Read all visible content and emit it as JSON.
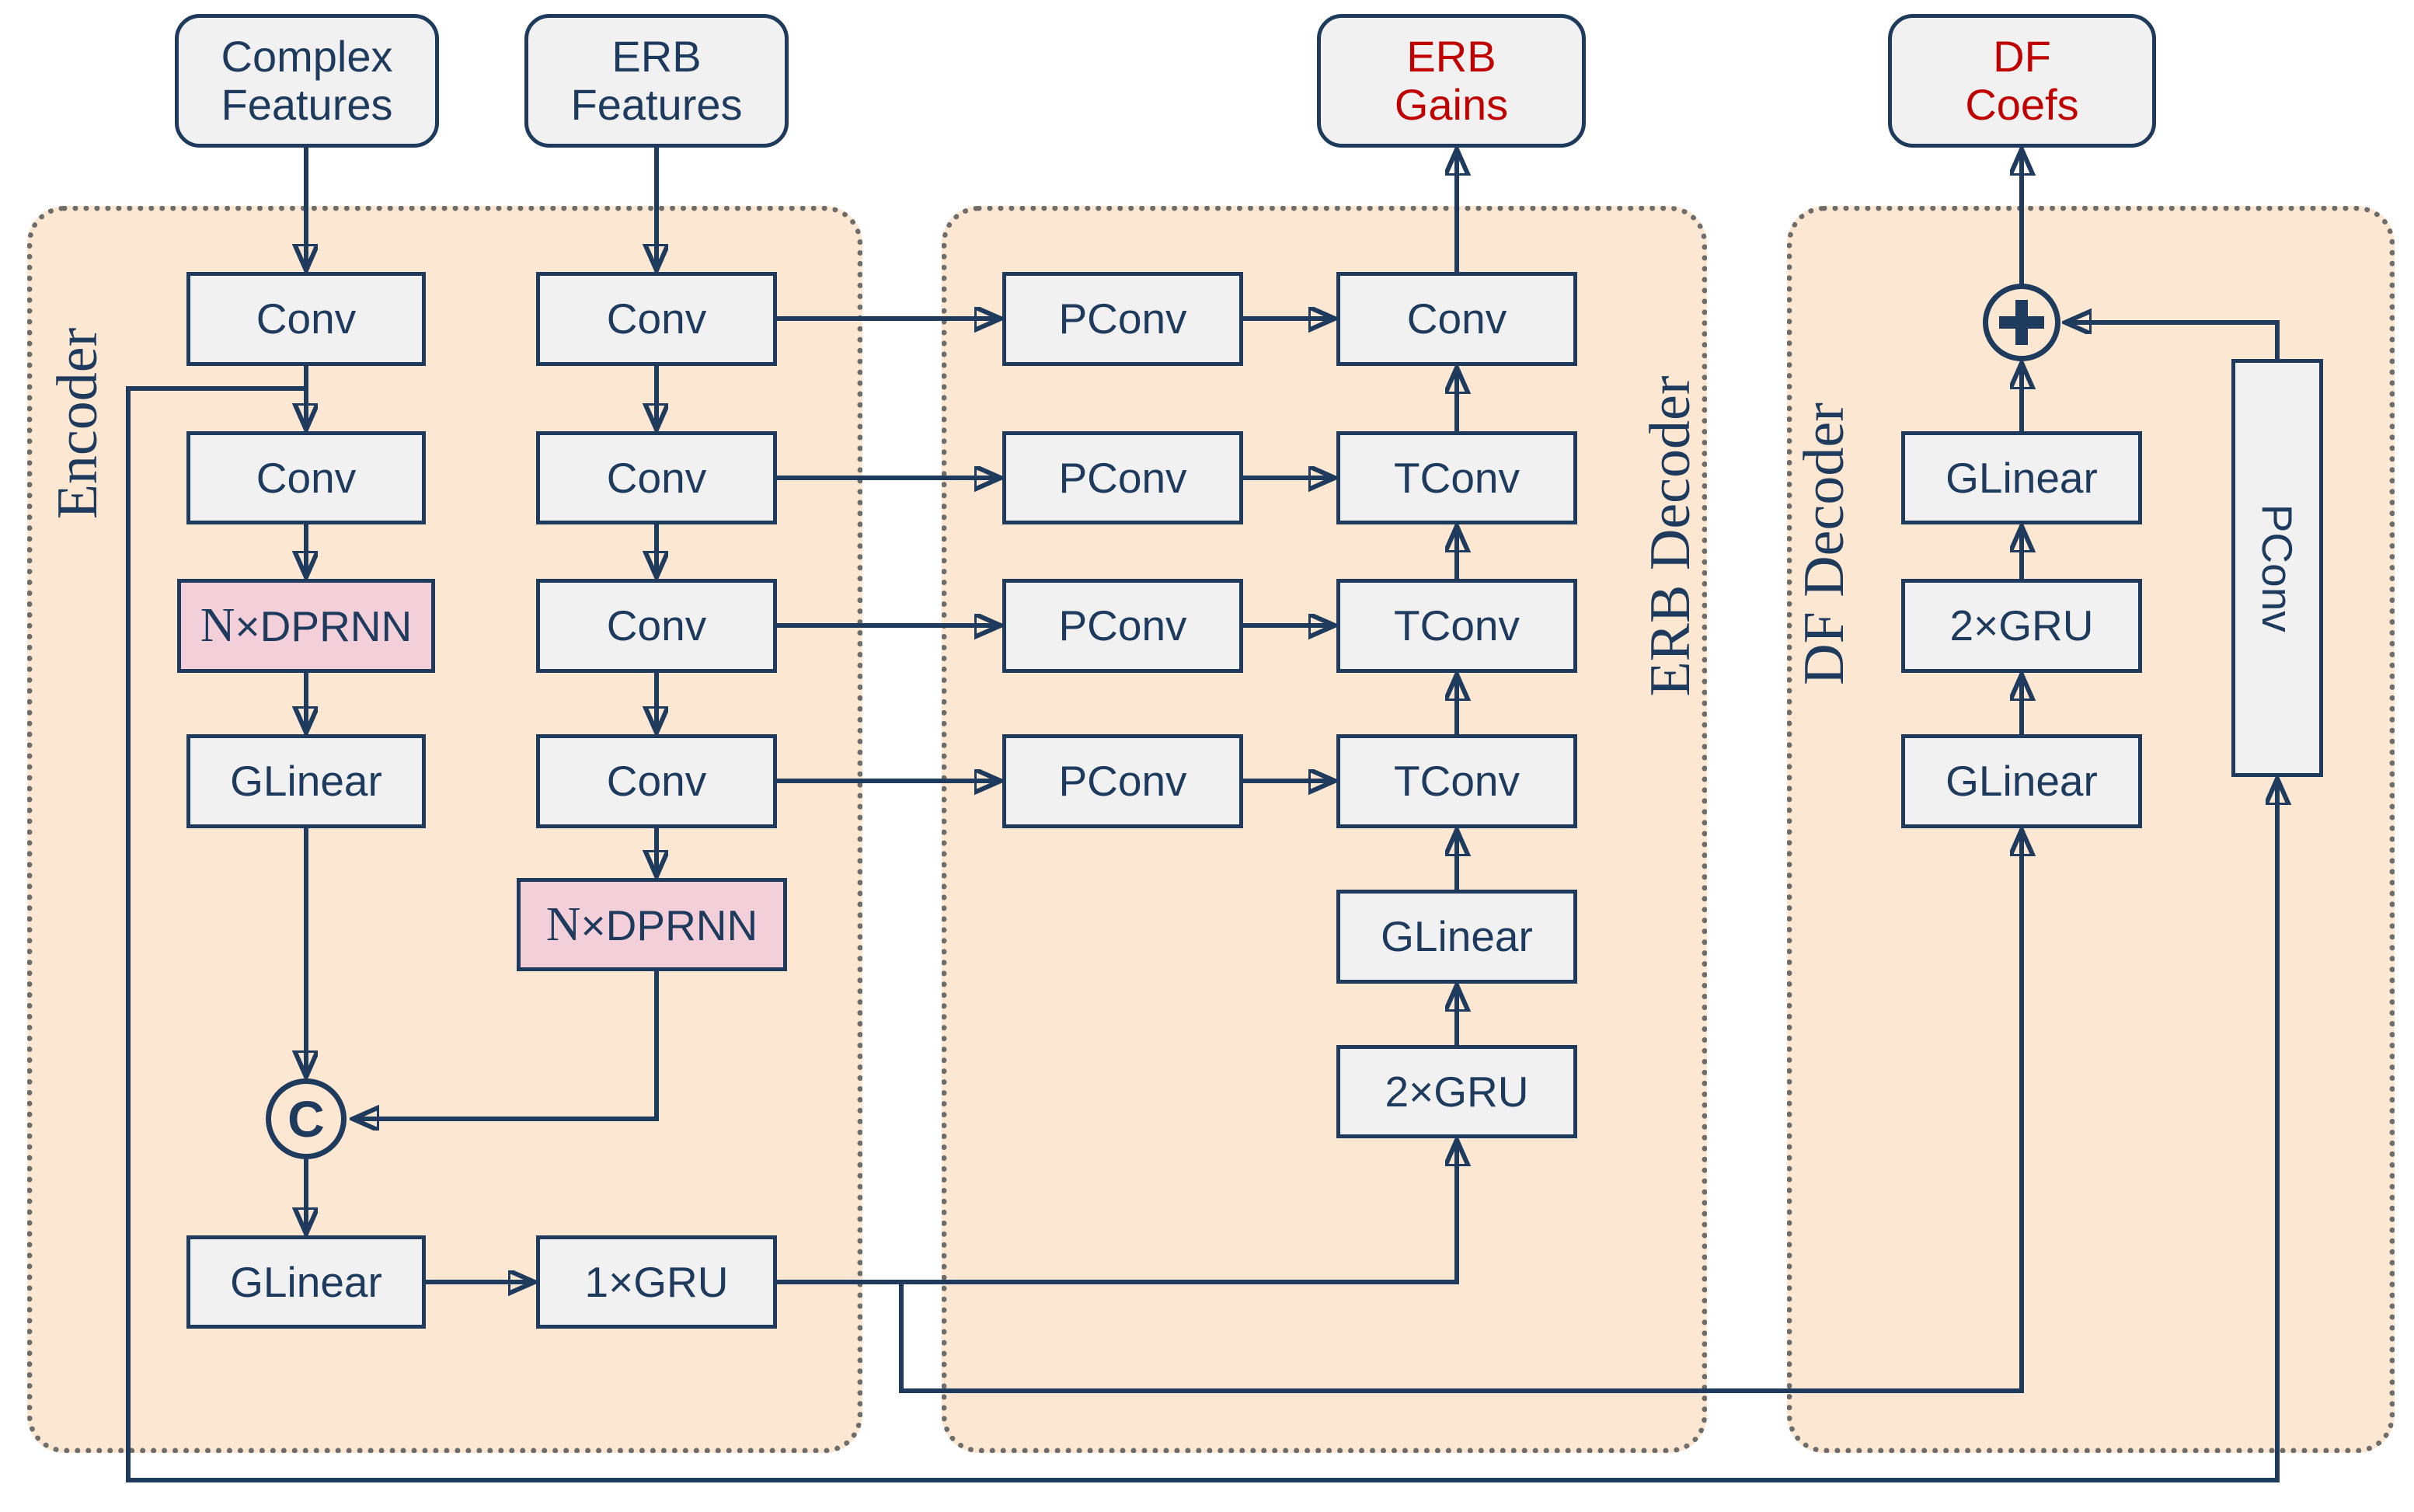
{
  "colors": {
    "navy": "#1e3a5c",
    "red": "#c00000",
    "peach": "#fce7d2",
    "pink": "#f3cfda",
    "boxfill": "#f1f1f2",
    "dotgray": "#6f6d6a",
    "white": "#ffffff"
  },
  "io": {
    "complex_features": {
      "line1": "Complex",
      "line2": "Features"
    },
    "erb_features": {
      "line1": "ERB",
      "line2": "Features"
    },
    "erb_gains": {
      "line1": "ERB",
      "line2": "Gains"
    },
    "df_coefs": {
      "line1": "DF",
      "line2": "Coefs"
    }
  },
  "panels": {
    "encoder": "Encoder",
    "erb_decoder": "ERB Decoder",
    "df_decoder": "DF Decoder"
  },
  "blocks": {
    "conv": "Conv",
    "pconv": "PConv",
    "tconv": "TConv",
    "glinear": "GLinear",
    "gru1": "1×GRU",
    "gru2": "2×GRU",
    "dprnn_prefix": "N",
    "dprnn_rest": "×DPRNN"
  },
  "operators": {
    "concat": "C",
    "sum": "+"
  }
}
